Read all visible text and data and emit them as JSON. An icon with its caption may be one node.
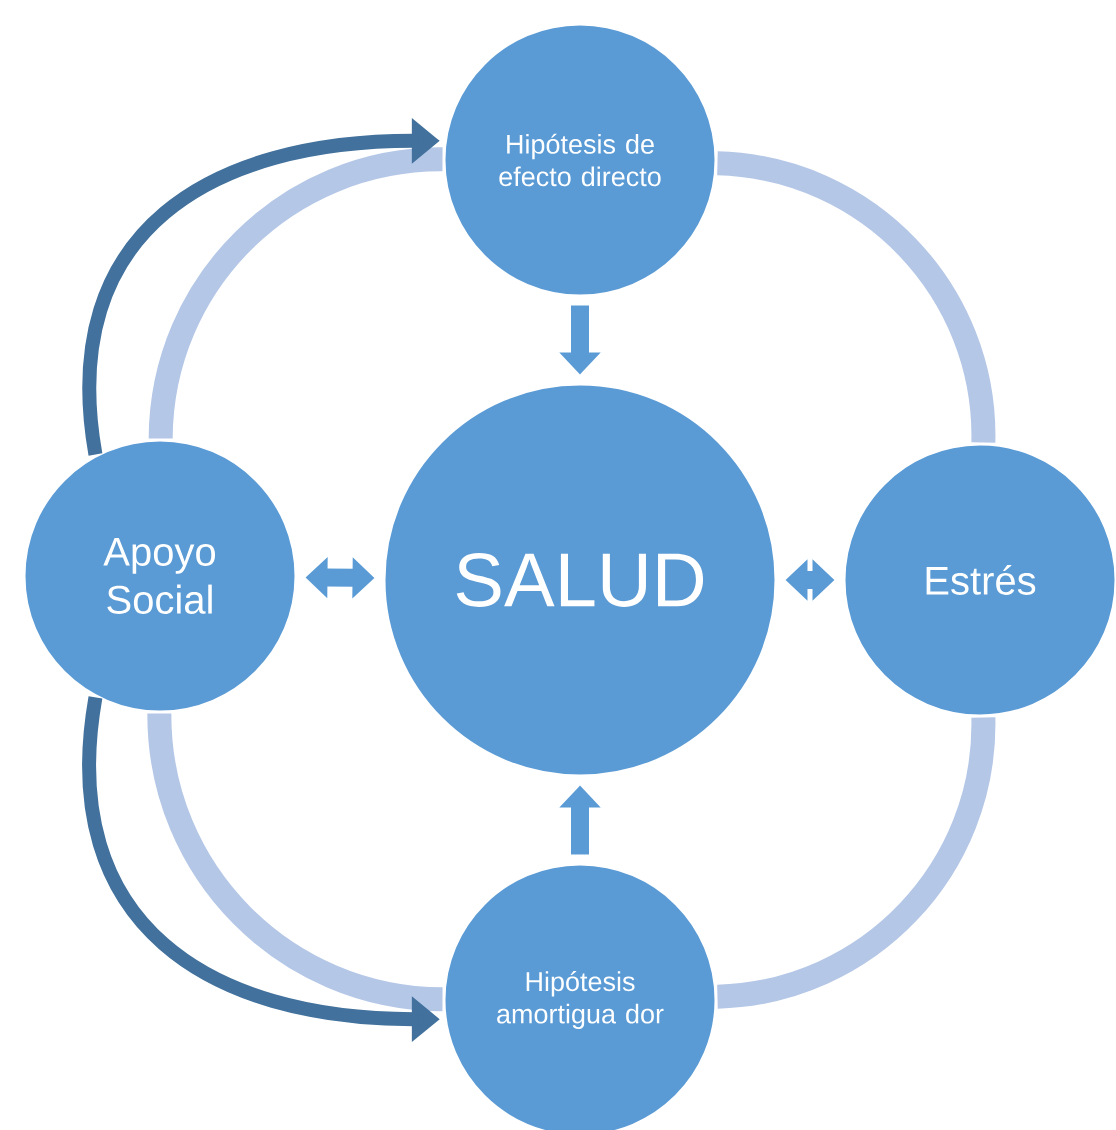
{
  "diagram": {
    "nodes": [
      {
        "text": [
          "Hipótesis de efecto directo"
        ]
      },
      {
        "text": [
          "Apoyo Social"
        ]
      },
      {
        "text": [
          "SALUD"
        ]
      },
      {
        "text": [
          "Estrés"
        ]
      },
      {
        "text": [
          "Hipótesis amortigua dor"
        ]
      }
    ],
    "edges": [
      {
        "from": 0,
        "to": 1,
        "arrow": "none",
        "color": "#b4c7e7"
      },
      {
        "from": 0,
        "to": 3,
        "arrow": "none",
        "color": "#b4c7e7"
      },
      {
        "from": 1,
        "to": 4,
        "arrow": "none",
        "color": "#b4c7e7"
      },
      {
        "from": 3,
        "to": 4,
        "arrow": "none",
        "color": "#b4c7e7"
      },
      {
        "from": 1,
        "to": 0,
        "arrow": "to",
        "color": "#41719c"
      },
      {
        "from": 1,
        "to": 4,
        "arrow": "to",
        "color": "#41719c"
      },
      {
        "from": 0,
        "to": 2,
        "arrow": "to"
      },
      {
        "from": 1,
        "to": 2,
        "arrow": "both"
      },
      {
        "from": 2,
        "to": 3,
        "arrow": "both"
      },
      {
        "from": 4,
        "to": 2,
        "arrow": "to"
      }
    ]
  }
}
